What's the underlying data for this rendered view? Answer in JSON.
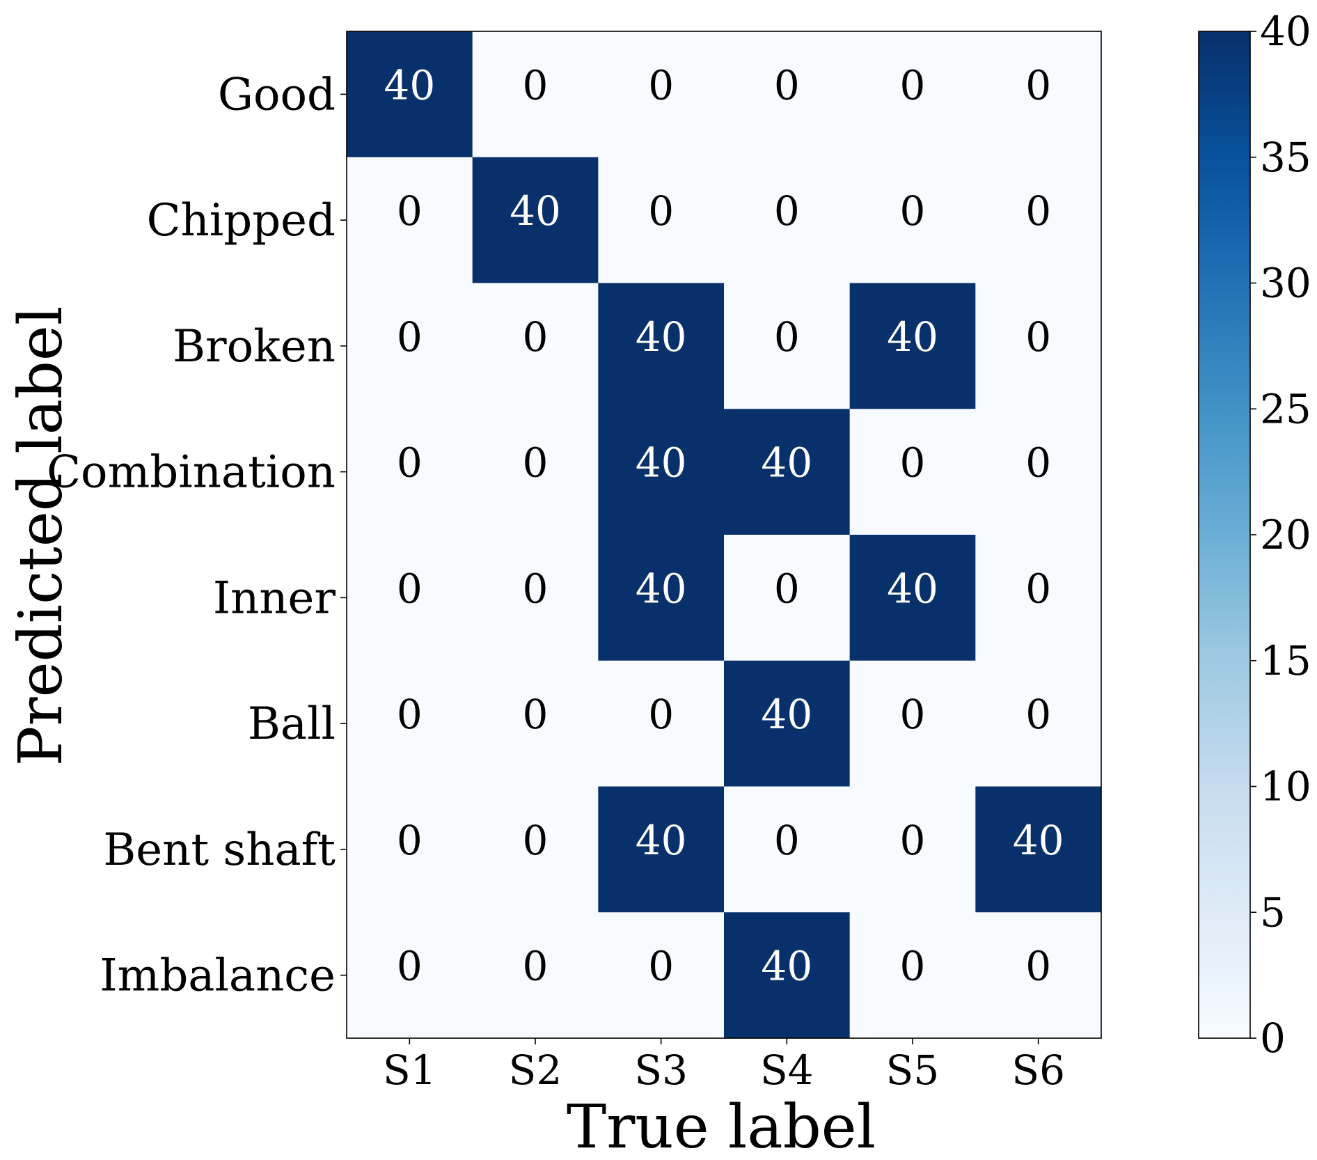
{
  "chart_data": {
    "type": "heatmap",
    "title": "",
    "xlabel": "True label",
    "ylabel": "Predicted label",
    "x_categories": [
      "S1",
      "S2",
      "S3",
      "S4",
      "S5",
      "S6"
    ],
    "y_categories": [
      "Good",
      "Chipped",
      "Broken",
      "Combination",
      "Inner",
      "Ball",
      "Bent shaft",
      "Imbalance"
    ],
    "values": [
      [
        40,
        0,
        0,
        0,
        0,
        0
      ],
      [
        0,
        40,
        0,
        0,
        0,
        0
      ],
      [
        0,
        0,
        40,
        0,
        40,
        0
      ],
      [
        0,
        0,
        40,
        40,
        0,
        0
      ],
      [
        0,
        0,
        40,
        0,
        40,
        0
      ],
      [
        0,
        0,
        0,
        40,
        0,
        0
      ],
      [
        0,
        0,
        40,
        0,
        0,
        40
      ],
      [
        0,
        0,
        0,
        40,
        0,
        0
      ]
    ],
    "colorbar": {
      "range": [
        0,
        40
      ],
      "ticks": [
        0,
        5,
        10,
        15,
        20,
        25,
        30,
        35,
        40
      ],
      "colormap": "Blues",
      "placement": "right"
    },
    "colors": {
      "low": "#f7fbff",
      "high": "#08306b",
      "text_on_dark": "#ffffff",
      "text_on_light": "#000000"
    }
  }
}
